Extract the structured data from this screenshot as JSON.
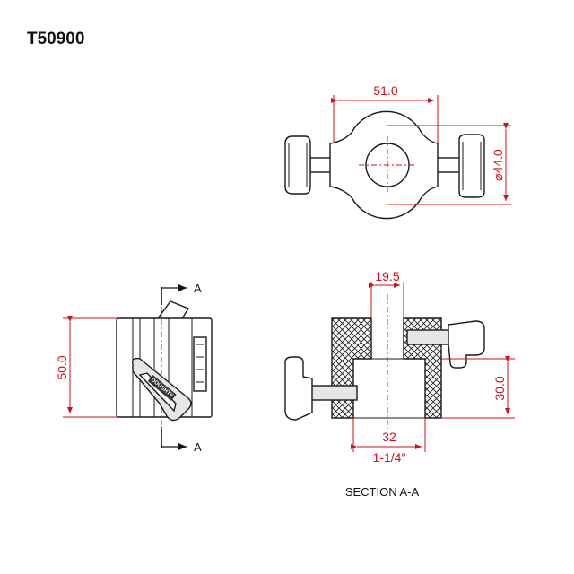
{
  "part_number": "T50900",
  "dimensions": {
    "top_width": "51.0",
    "top_diameter": "⌀44.0",
    "side_height": "50.0",
    "bore_top": "19.5",
    "bore_bottom": "32",
    "bore_bottom_inch": "1-1/4\"",
    "section_height": "30.0"
  },
  "section_marker": "A",
  "section_caption": "SECTION A-A",
  "handle_logo": "DOUGHTY",
  "colors": {
    "dimension": "#d0101a",
    "outline": "#1a1a1a"
  }
}
